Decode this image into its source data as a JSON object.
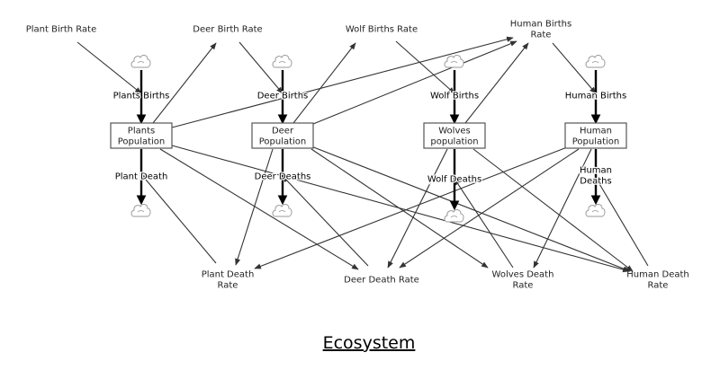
{
  "title": "Ecosystem",
  "colors": {
    "link": "#333333",
    "flow": "#000000",
    "cloud": "#9a9a9a",
    "box": "#555555"
  },
  "icons": {
    "source_sink": "cloud-icon"
  },
  "stocks": [
    {
      "id": "plants",
      "lines": [
        "Plants",
        "Population"
      ]
    },
    {
      "id": "deer",
      "lines": [
        "Deer",
        "Population"
      ]
    },
    {
      "id": "wolves",
      "lines": [
        "Wolves",
        "population"
      ]
    },
    {
      "id": "humans",
      "lines": [
        "Human",
        "Population"
      ]
    }
  ],
  "flows": [
    {
      "id": "plants-births",
      "lines": [
        "Plants Births"
      ]
    },
    {
      "id": "deer-births",
      "lines": [
        "Deer Births"
      ]
    },
    {
      "id": "wolf-births",
      "lines": [
        "Wolf Births"
      ]
    },
    {
      "id": "human-births",
      "lines": [
        "Human Births"
      ]
    },
    {
      "id": "plant-death",
      "lines": [
        "Plant Death"
      ]
    },
    {
      "id": "deer-deaths",
      "lines": [
        "Deer Deaths"
      ]
    },
    {
      "id": "wolf-deaths",
      "lines": [
        "Wolf Deaths"
      ]
    },
    {
      "id": "human-deaths",
      "lines": [
        "Human",
        "Deaths"
      ]
    }
  ],
  "variables": [
    {
      "id": "plant-birth-rate",
      "lines": [
        "Plant Birth Rate"
      ]
    },
    {
      "id": "deer-birth-rate",
      "lines": [
        "Deer Birth Rate"
      ]
    },
    {
      "id": "wolf-births-rate",
      "lines": [
        "Wolf Births Rate"
      ]
    },
    {
      "id": "human-births-rate",
      "lines": [
        "Human Births",
        "Rate"
      ]
    },
    {
      "id": "plant-death-rate",
      "lines": [
        "Plant Death",
        "Rate"
      ]
    },
    {
      "id": "deer-death-rate",
      "lines": [
        "Deer Death Rate"
      ]
    },
    {
      "id": "wolves-death-rate",
      "lines": [
        "Wolves Death",
        "Rate"
      ]
    },
    {
      "id": "human-death-rate",
      "lines": [
        "Human Death",
        "Rate"
      ]
    }
  ],
  "links": [
    [
      "plant-birth-rate",
      "plants-births"
    ],
    [
      "plants",
      "deer-birth-rate"
    ],
    [
      "deer-birth-rate",
      "deer-births"
    ],
    [
      "deer",
      "wolf-births-rate"
    ],
    [
      "wolf-births-rate",
      "wolf-births"
    ],
    [
      "wolves",
      "human-births-rate"
    ],
    [
      "human-births-rate",
      "human-births"
    ],
    [
      "plants",
      "human-births-rate"
    ],
    [
      "deer",
      "human-births-rate"
    ],
    [
      "plant-death-rate",
      "plant-death"
    ],
    [
      "deer",
      "plant-death-rate"
    ],
    [
      "humans",
      "plant-death-rate"
    ],
    [
      "deer-death-rate",
      "deer-deaths"
    ],
    [
      "plants",
      "deer-death-rate"
    ],
    [
      "wolves",
      "deer-death-rate"
    ],
    [
      "humans",
      "deer-death-rate"
    ],
    [
      "wolves-death-rate",
      "wolf-deaths"
    ],
    [
      "deer",
      "wolves-death-rate"
    ],
    [
      "humans",
      "wolves-death-rate"
    ],
    [
      "human-death-rate",
      "human-deaths"
    ],
    [
      "plants",
      "human-death-rate"
    ],
    [
      "deer",
      "human-death-rate"
    ],
    [
      "wolves",
      "human-death-rate"
    ]
  ]
}
